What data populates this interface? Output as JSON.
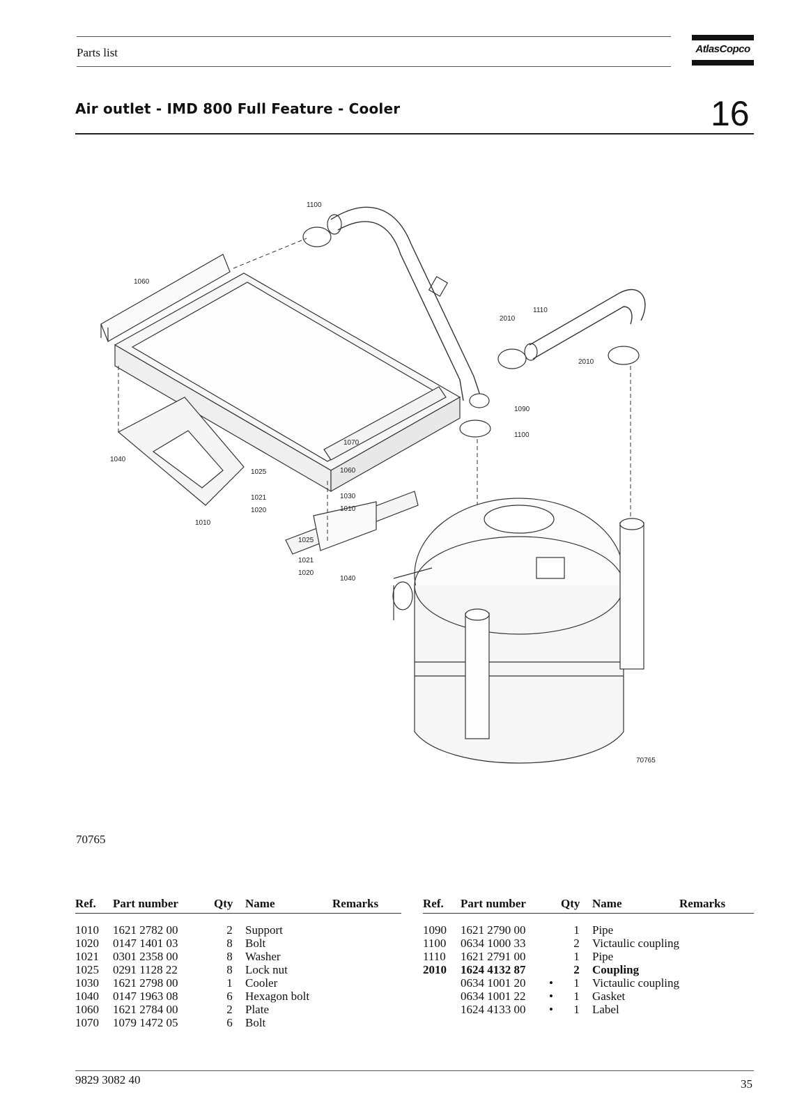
{
  "header": {
    "section": "Parts list",
    "logo_text": "AtlasCopco"
  },
  "title": "Air outlet - IMD 800 Full Feature - Cooler",
  "chapter": "16",
  "figure": {
    "id": "70765",
    "drawing_id": "70765",
    "callouts": [
      "1100",
      "1060",
      "1110",
      "2010",
      "2010",
      "1090",
      "1100",
      "1070",
      "1040",
      "1025",
      "1060",
      "1021",
      "1020",
      "1030",
      "1010",
      "1010",
      "1025",
      "1021",
      "1020",
      "1040"
    ]
  },
  "table": {
    "headers": {
      "ref": "Ref.",
      "part": "Part number",
      "qty": "Qty",
      "name": "Name",
      "remarks": "Remarks"
    },
    "left_rows": [
      {
        "ref": "1010",
        "part": "1621 2782 00",
        "mark": "",
        "qty": "2",
        "name": "Support",
        "bold": false
      },
      {
        "ref": "1020",
        "part": "0147 1401 03",
        "mark": "",
        "qty": "8",
        "name": "Bolt",
        "bold": false
      },
      {
        "ref": "1021",
        "part": "0301 2358 00",
        "mark": "",
        "qty": "8",
        "name": "Washer",
        "bold": false
      },
      {
        "ref": "1025",
        "part": "0291 1128 22",
        "mark": "",
        "qty": "8",
        "name": "Lock nut",
        "bold": false
      },
      {
        "ref": "1030",
        "part": "1621 2798 00",
        "mark": "",
        "qty": "1",
        "name": "Cooler",
        "bold": false
      },
      {
        "ref": "1040",
        "part": "0147 1963 08",
        "mark": "",
        "qty": "6",
        "name": "Hexagon bolt",
        "bold": false
      },
      {
        "ref": "1060",
        "part": "1621 2784 00",
        "mark": "",
        "qty": "2",
        "name": "Plate",
        "bold": false
      },
      {
        "ref": "1070",
        "part": "1079 1472 05",
        "mark": "",
        "qty": "6",
        "name": "Bolt",
        "bold": false
      }
    ],
    "right_rows": [
      {
        "ref": "1090",
        "part": "1621 2790 00",
        "mark": "",
        "qty": "1",
        "name": "Pipe",
        "bold": false
      },
      {
        "ref": "1100",
        "part": "0634 1000 33",
        "mark": "",
        "qty": "2",
        "name": "Victaulic coupling",
        "bold": false
      },
      {
        "ref": "1110",
        "part": "1621 2791 00",
        "mark": "",
        "qty": "1",
        "name": "Pipe",
        "bold": false
      },
      {
        "ref": "2010",
        "part": "1624 4132 87",
        "mark": "",
        "qty": "2",
        "name": "Coupling",
        "bold": true
      },
      {
        "ref": "",
        "part": "0634 1001 20",
        "mark": "•",
        "qty": "1",
        "name": "Victaulic coupling",
        "bold": false
      },
      {
        "ref": "",
        "part": "0634 1001 22",
        "mark": "•",
        "qty": "1",
        "name": "Gasket",
        "bold": false
      },
      {
        "ref": "",
        "part": "1624 4133 00",
        "mark": "•",
        "qty": "1",
        "name": "Label",
        "bold": false
      }
    ]
  },
  "footer": {
    "doc_number": "9829 3082 40",
    "page": "35"
  }
}
